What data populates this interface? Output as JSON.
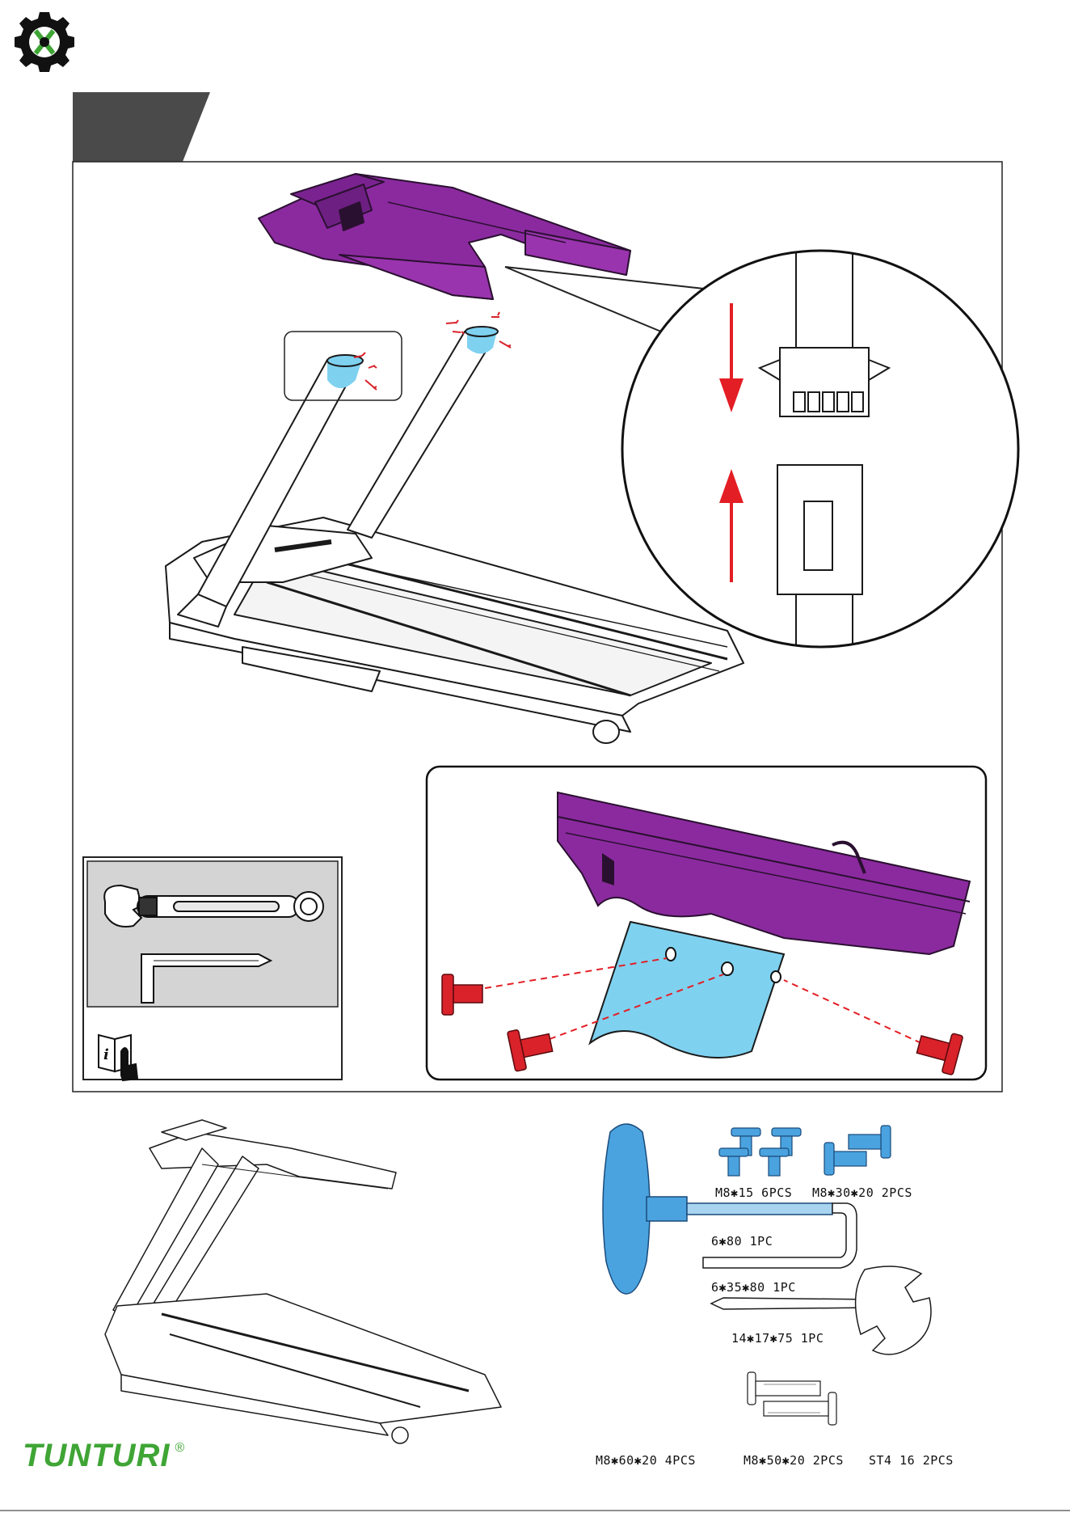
{
  "brand": {
    "name": "TUNTURI",
    "mark": "®"
  },
  "header": {
    "logo_icon": "gear-wrench-screwdriver-icon",
    "step_tab_color": "#4a4a4a"
  },
  "colors": {
    "console": "#8b2a9f",
    "upright_highlight": "#7fd1f0",
    "bolt": "#d9222a",
    "parts_blue": "#4aa3df",
    "arrow_red": "#e31e24",
    "tool_panel": "#d4d4d4"
  },
  "hardware": {
    "m8x15": "M8✱15   6PCS",
    "m8x30x20": "M8✱30✱20   2PCS",
    "hex_6x80": "6✱80   1PC",
    "hex_6x35x80": "6✱35✱80   1PC",
    "wrench_14x17x75": "14✱17✱75   1PC",
    "m8x60x20": "M8✱60✱20   4PCS",
    "m8x50x20": "M8✱50✱20   2PCS",
    "st4_16": "ST4  16   2PCS"
  }
}
